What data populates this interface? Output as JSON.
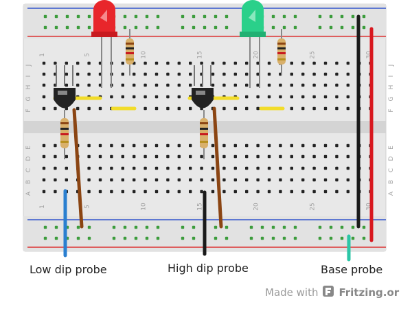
{
  "probes": {
    "low": "Low dip probe",
    "high": "High dip probe",
    "base": "Base probe"
  },
  "credit": {
    "prefix": "Made with",
    "brand": "Fritzing.or"
  },
  "breadboard": {
    "column_numbers_top": [
      "1",
      "5",
      "10",
      "15",
      "20",
      "25",
      "30"
    ],
    "column_numbers_bottom": [
      "1",
      "5",
      "10",
      "15",
      "20",
      "25",
      "30"
    ],
    "row_letters_top": [
      "J",
      "I",
      "H",
      "G",
      "F"
    ],
    "row_letters_bottom": [
      "E",
      "D",
      "C",
      "B",
      "A"
    ]
  },
  "colors": {
    "led_red": "#e8262b",
    "led_green": "#2ad08a",
    "wire_brown": "#8b4513",
    "wire_blue": "#2a7fd0",
    "wire_black": "#1a1a1a",
    "wire_red": "#d8181f",
    "wire_yellow": "#f2dc2a",
    "wire_teal": "#2bc6a6",
    "rail_red": "#d33",
    "rail_blue": "#3355cc",
    "hole_green": "#3c9c3c"
  },
  "icons": {
    "logo": "fritzing-logo-icon"
  }
}
